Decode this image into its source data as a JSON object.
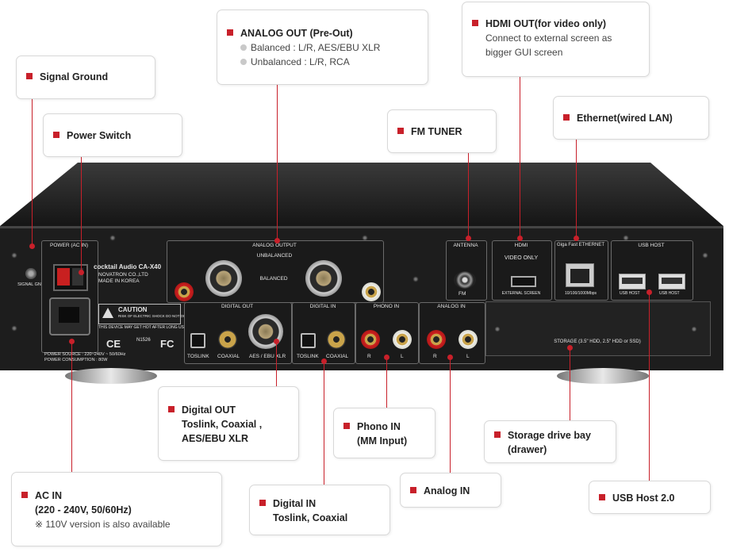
{
  "callouts": {
    "signal_ground": {
      "title": "Signal Ground"
    },
    "power_switch": {
      "title": "Power Switch"
    },
    "analog_out": {
      "title": "ANALOG OUT (Pre-Out)",
      "bullets": [
        "Balanced : L/R, AES/EBU XLR",
        "Unbalanced : L/R, RCA"
      ]
    },
    "hdmi_out": {
      "title": "HDMI OUT(for video only)",
      "desc": [
        "Connect to external screen as",
        "bigger GUI screen"
      ]
    },
    "fm_tuner": {
      "title": "FM TUNER"
    },
    "ethernet": {
      "title": "Ethernet(wired LAN)"
    },
    "digital_out": {
      "title": "Digital OUT",
      "lines": [
        "Toslink, Coaxial ,",
        "AES/EBU XLR"
      ]
    },
    "phono_in": {
      "title": "Phono IN",
      "lines": [
        "(MM Input)"
      ]
    },
    "storage_bay": {
      "title": "Storage drive bay",
      "lines": [
        "(drawer)"
      ]
    },
    "ac_in": {
      "title": "AC IN",
      "lines": [
        "(220 - 240V, 50/60Hz)"
      ],
      "note": "※ 110V version is also available"
    },
    "digital_in": {
      "title": "Digital IN",
      "lines": [
        "Toslink, Coaxial"
      ]
    },
    "analog_in": {
      "title": "Analog IN"
    },
    "usb_host": {
      "title": "USB Host 2.0"
    }
  },
  "device": {
    "brand": "cocktail Audio",
    "model": "CA-X40",
    "maker": "NOVATRON CO.,LTD",
    "origin": "MADE IN KOREA",
    "power_label": "POWER (AC IN)",
    "signal_gnd": "SIGNAL GND",
    "analog_output": "ANALOG OUTPUT",
    "unbalanced": "UNBALANCED",
    "balanced": "BALANCED",
    "r": "R",
    "l": "L",
    "digital_out": "DIGITAL OUT",
    "digital_in": "DIGITAL IN",
    "phono_in": "PHONO IN",
    "analog_in": "ANALOG IN",
    "toslink": "TOSLINK",
    "coaxial": "COAXIAL",
    "aes_xlr": "AES / EBU XLR",
    "antenna": "ANTENNA",
    "fm": "FM",
    "hdmi": "HDMI",
    "video_only": "VIDEO ONLY",
    "external_screen": "EXTERNAL SCREEN",
    "ethernet_label": "Giga Fast ETHERNET",
    "eth_speed": "10/100/1000Mbps",
    "usb_host": "USB HOST",
    "usb_port": "USB HOST",
    "storage": "STORAGE (3.5\" HDD, 2.5\" HDD or SSD)",
    "caution": "CAUTION",
    "caution_sub": "RISK OF ELECTRIC SHOCK DO NOT OPEN",
    "warning": "THIS DEVICE MAY GET HOT AFTER LONG USE AT HIGH VOLUME",
    "power_source": "POWER SOURCE : 220~240V ~ 50/60Hz",
    "power_consumption": "POWER CONSUMPTION : 80W",
    "ce": "CE",
    "fc": "FC",
    "n10": "N1526"
  },
  "colors": {
    "accent": "#c8202a",
    "chassis": "#202020"
  }
}
